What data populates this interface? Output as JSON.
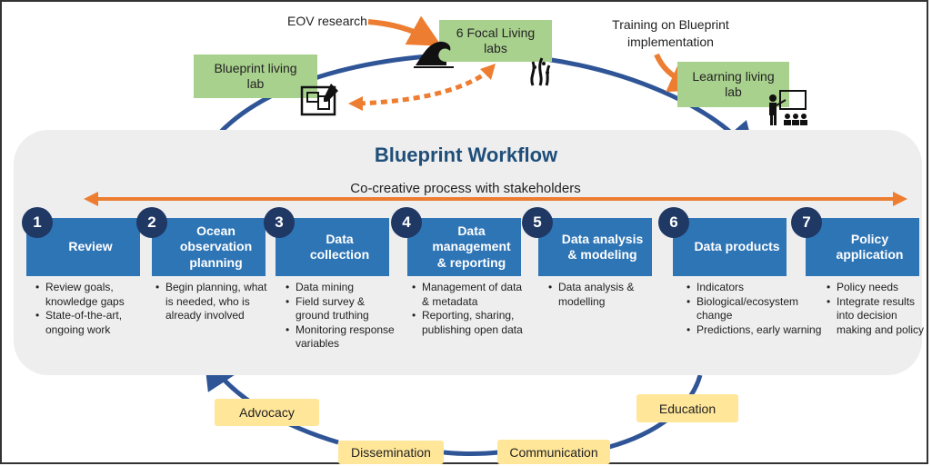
{
  "title": "Blueprint Workflow",
  "subtitle": "Co-creative process with stakeholders",
  "top_labels": {
    "eov_research": "EOV research",
    "training": "Training on Blueprint\nimplementation"
  },
  "living_labs": {
    "focal": "6 Focal Living\nlabs",
    "blueprint": "Blueprint living\nlab",
    "learning": "Learning living\nlab"
  },
  "outreach": {
    "advocacy": "Advocacy",
    "dissemination": "Dissemination",
    "communication": "Communication",
    "education": "Education"
  },
  "steps": [
    {
      "num": "1",
      "title": "Review",
      "bullets": [
        "Review goals, knowledge gaps",
        "State-of-the-art, ongoing work"
      ]
    },
    {
      "num": "2",
      "title": "Ocean observation planning",
      "bullets": [
        "Begin planning, what is needed, who is already involved"
      ]
    },
    {
      "num": "3",
      "title": "Data collection",
      "bullets": [
        "Data mining",
        "Field survey & ground truthing",
        "Monitoring response variables"
      ]
    },
    {
      "num": "4",
      "title": "Data management & reporting",
      "bullets": [
        "Management of data & metadata",
        "Reporting, sharing, publishing open data"
      ]
    },
    {
      "num": "5",
      "title": "Data analysis & modeling",
      "bullets": [
        "Data analysis & modelling"
      ]
    },
    {
      "num": "6",
      "title": "Data products",
      "bullets": [
        "Indicators",
        "Biological/ecosystem change",
        "Predictions, early warning"
      ]
    },
    {
      "num": "7",
      "title": "Policy application",
      "bullets": [
        "Policy needs",
        "Integrate results into decision making and policy"
      ]
    }
  ],
  "icons": [
    "wave-icon",
    "seaweed-icon",
    "blueprint-plan-icon",
    "teacher-icon"
  ],
  "colors": {
    "title": "#1f4e79",
    "step_box": "#2e75b6",
    "step_number": "#1f3864",
    "orange": "#ed7d31",
    "cycle": "#2f5597",
    "green": "#a9d18e",
    "yellow": "#ffe699"
  }
}
